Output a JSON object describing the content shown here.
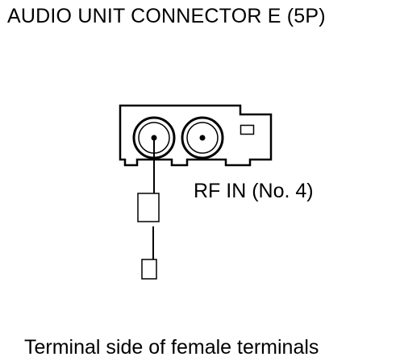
{
  "title": "AUDIO UNIT CONNECTOR E (5P)",
  "pin_label": "RF IN (No. 4)",
  "footer": "Terminal side of female terminals",
  "colors": {
    "line": "#000000",
    "background": "#ffffff"
  }
}
